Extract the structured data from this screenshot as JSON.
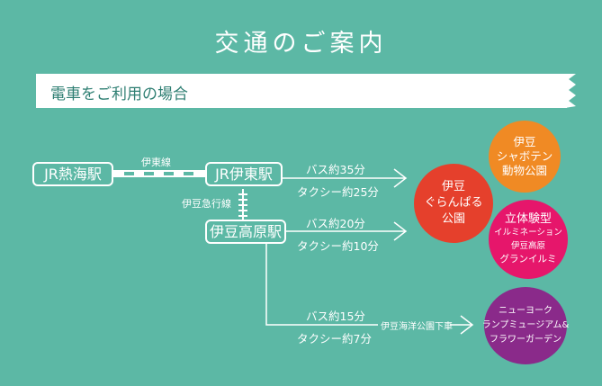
{
  "page_title": "交通のご案内",
  "section_title": "電車をご利用の場合",
  "stations": {
    "atami": "JR熱海駅",
    "ito": "JR伊東駅",
    "izukogen": "伊豆高原駅"
  },
  "rail_lines": {
    "ito_line": "伊東線",
    "izukyu_line": "伊豆急行線"
  },
  "routes": {
    "ito_bus": "バス約35分",
    "ito_taxi": "タクシー約25分",
    "kogen_bus": "バス約20分",
    "kogen_taxi": "タクシー約10分",
    "kogen2_bus": "バス約15分",
    "kogen2_taxi": "タクシー約7分",
    "bus_stop": "伊豆海洋公園下車"
  },
  "destinations": {
    "cactus": [
      "伊豆",
      "シャボテン",
      "動物公園"
    ],
    "guranpaloo": [
      "伊豆",
      "ぐらんぱる",
      "公園"
    ],
    "illumi": [
      "立体験型",
      "イルミネーション",
      "伊豆高原",
      "グランイルミ"
    ],
    "newyork": [
      "ニューヨーク",
      "ランプミュージアム&",
      "フラワーガーデン"
    ]
  },
  "colors": {
    "background": "#5cb8a5",
    "banner_text": "#2f7f73",
    "cactus": "#f08a24",
    "guranpaloo": "#e5402c",
    "illumi": "#e6166b",
    "newyork": "#8a2a8a"
  }
}
